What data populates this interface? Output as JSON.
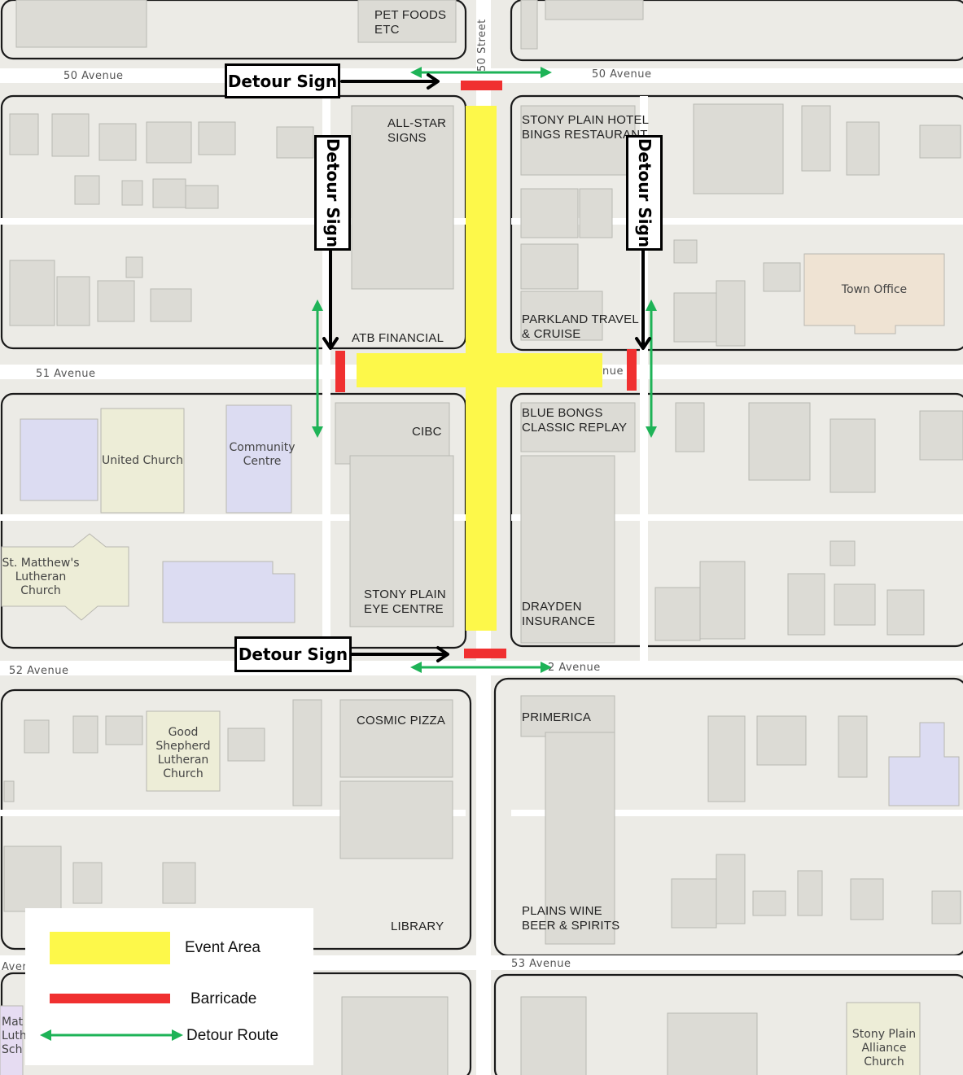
{
  "streets": {
    "s50_street": "50 Street",
    "s50_avenue_left": "50 Avenue",
    "s50_avenue_right": "50 Avenue",
    "s51_avenue_left": "51 Avenue",
    "s51_avenue_right": "nue",
    "s52_avenue_left": "52 Avenue",
    "s52_avenue_right": "2 Avenue",
    "s53_avenue_left": "Aver",
    "s53_avenue_right": "53 Avenue"
  },
  "businesses": {
    "pet_foods": "PET FOODS\nETC",
    "all_star": "ALL-STAR\nSIGNS",
    "stony_hotel": "STONY PLAIN HOTEL\nBINGS RESTAURANT",
    "atb": "ATB FINANCIAL",
    "parkland": "PARKLAND TRAVEL\n& CRUISE",
    "cibc": "CIBC",
    "blue_bongs": "BLUE BONGS\nCLASSIC REPLAY",
    "eye_centre": "STONY PLAIN\nEYE CENTRE",
    "drayden": "DRAYDEN\nINSURANCE",
    "cosmic": "COSMIC PIZZA",
    "primerica": "PRIMERICA",
    "library": "LIBRARY",
    "plains_wine": "PLAINS WINE\nBEER & SPIRITS"
  },
  "institutions": {
    "town_office": "Town Office",
    "united_church": "United Church",
    "community_centre": "Community\nCentre",
    "st_matthews": "St. Matthew's\nLutheran\nChurch",
    "good_shepherd": "Good\nShepherd\nLutheran\nChurch",
    "alliance_church": "Stony Plain\nAlliance\nChurch",
    "school_partial": "Mat\nLuth\nSch"
  },
  "signs": {
    "top": "Detour Sign",
    "left": "Detour Sign",
    "right": "Detour Sign",
    "bottom": "Detour Sign"
  },
  "legend": {
    "event_area": "Event Area",
    "barricade": "Barricade",
    "detour_route": "Detour Route"
  },
  "colors": {
    "event_area": "#fdf84a",
    "barricade": "#f03030",
    "detour_route": "#1eb357",
    "map_bg": "#ecebe6",
    "building": "#dcdbd5",
    "road": "#ffffff"
  }
}
